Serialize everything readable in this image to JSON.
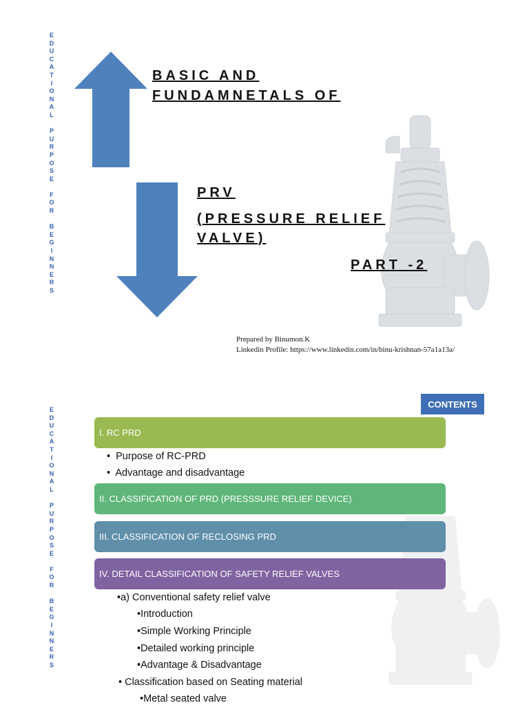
{
  "side_label": "EDUCATIONAL PURPOSE FOR BEGINNERS",
  "slide1": {
    "title_line1": "BASIC AND",
    "title_line2": "FUNDAMNETALS OF",
    "prv": "PRV",
    "prv_full_line1": "(PRESSURE RELIEF",
    "prv_full_line2": "VALVE)",
    "part": "PART -2",
    "prepared_by": "Prepared by Binumon.K",
    "linkedin": "Linkedin Profile: https://www.linkedin.com/in/binu-krishnan-57a1a13a/",
    "colors": {
      "arrow": "#4f81bd",
      "side_text": "#2f5fb3"
    }
  },
  "slide2": {
    "contents_label": "CONTENTS",
    "sections": [
      {
        "label": "I. RC PRD",
        "color": "#99ba52"
      },
      {
        "label": "II. CLASSIFICATION OF PRD (PRESSSURE RELIEF DEVICE)",
        "color": "#5fb67a"
      },
      {
        "label": "III. CLASSIFICATION OF RECLOSING PRD",
        "color": "#5f8fa9"
      },
      {
        "label": "IV. DETAIL CLASSIFICATION OF  SAFETY RELIEF VALVES",
        "color": "#8063a1"
      }
    ],
    "section1_items": [
      "Purpose of RC-PRD",
      "Advantage and disadvantage"
    ],
    "section4_items": [
      "a) Conventional safety relief valve",
      "Introduction",
      "Simple Working Principle",
      "Detailed working principle",
      "Advantage & Disadvantage",
      "Classification based on Seating material",
      "Metal seated valve"
    ],
    "bullet": "•"
  }
}
